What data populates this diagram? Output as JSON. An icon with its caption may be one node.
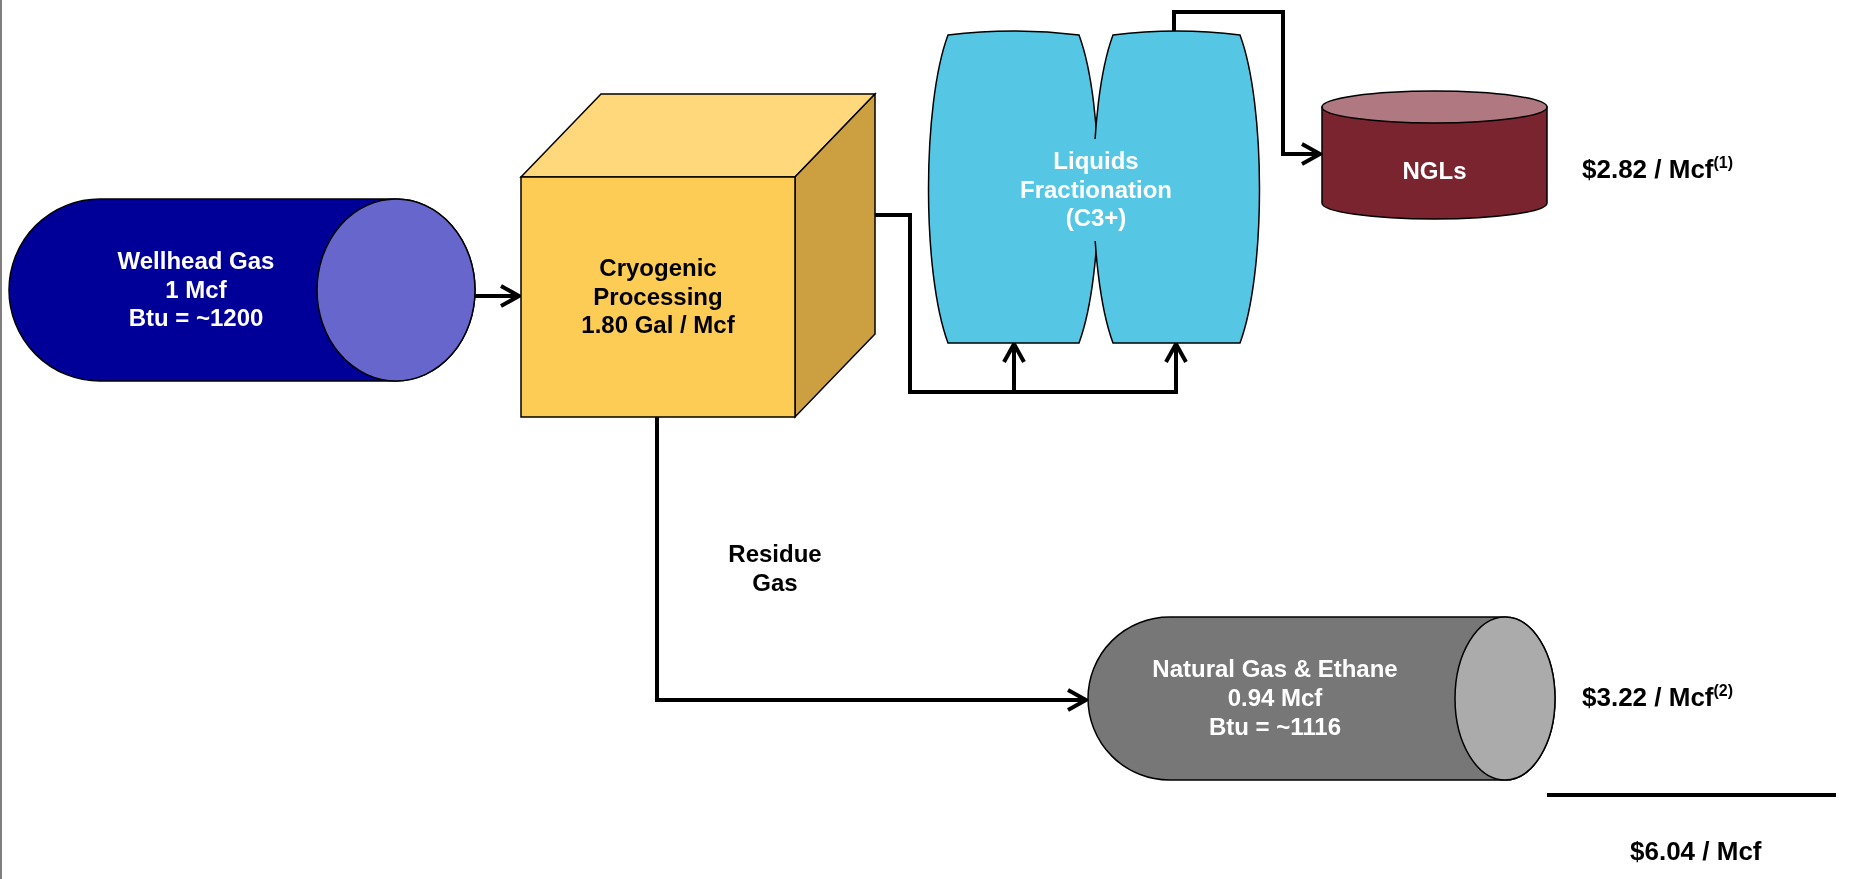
{
  "diagram": {
    "nodes": [
      {
        "text": [
          "Wellhead Gas",
          "1 Mcf",
          "Btu = ~1200"
        ]
      },
      {
        "text": [
          "Cryogenic Processing",
          "1.80 Gal / Mcf"
        ]
      },
      {
        "text": [
          "Liquids Fractionation (C3+)"
        ]
      },
      {
        "text": [
          "NGLs"
        ],
        "beside": [
          "$2.82 / Mcf$^{(1)}$"
        ]
      },
      {
        "text": [
          "Natural Gas & Ethane",
          "0.94 Mcf",
          "Btu = ~1116"
        ],
        "beside": [
          "$3.22 / Mcf$^{(2)}$"
        ]
      }
    ],
    "edges": [
      {
        "from": 0,
        "to": 1,
        "arrow": "to"
      },
      {
        "from": 1,
        "to": 2,
        "arrow": "to"
      },
      {
        "from": 1,
        "to": 2,
        "arrow": "to"
      },
      {
        "from": 2,
        "to": 3,
        "arrow": "to"
      },
      {
        "from": 1,
        "to": 4,
        "arrow": "to",
        "label": "Residue Gas"
      }
    ],
    "labels": [
      "$6.04 / Mcf"
    ]
  }
}
